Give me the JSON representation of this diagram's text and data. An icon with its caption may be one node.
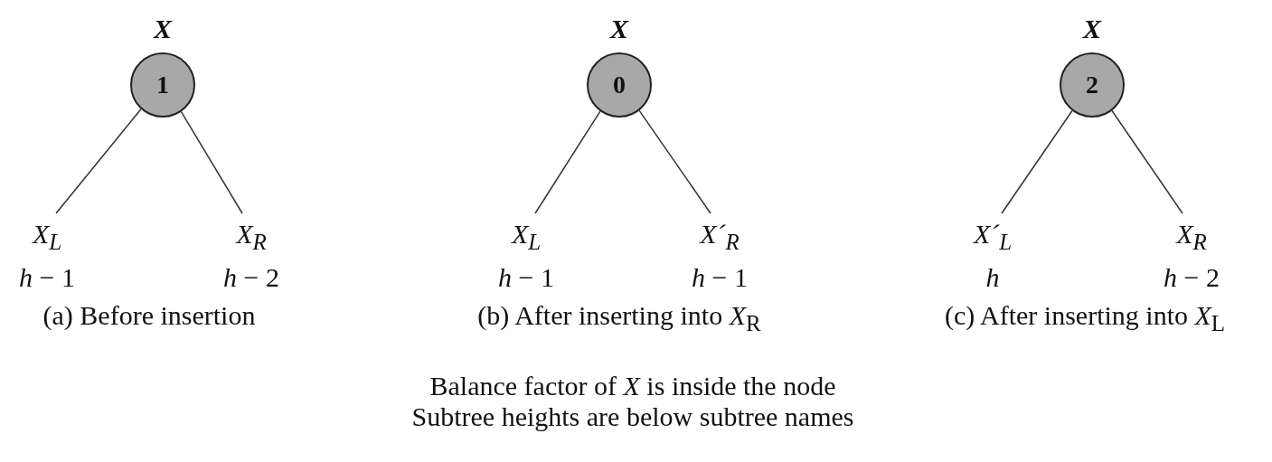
{
  "diagram": {
    "nodes": [
      {
        "text": [
          "X",
          "1"
        ]
      },
      {
        "text": [
          "X$_{L}$"
        ],
        "beside": [
          "*h* − 1"
        ]
      },
      {
        "text": [
          "X$_{R}$"
        ],
        "beside": [
          "*h* − 2"
        ]
      },
      {
        "text": [
          "X",
          "0"
        ]
      },
      {
        "text": [
          "X$_{L}$"
        ],
        "beside": [
          "*h* − 1"
        ]
      },
      {
        "text": [
          "X´$_{R}$"
        ],
        "beside": [
          "*h* − 1"
        ]
      },
      {
        "text": [
          "X",
          "2"
        ]
      },
      {
        "text": [
          "X´$_{L}$"
        ],
        "beside": [
          "*h*"
        ]
      },
      {
        "text": [
          "X$_{R}$"
        ],
        "beside": [
          "*h* − 2"
        ]
      }
    ],
    "edges": [
      {
        "from": 0,
        "to": 1,
        "arrow": "none"
      },
      {
        "from": 0,
        "to": 2,
        "arrow": "none"
      },
      {
        "from": 3,
        "to": 4,
        "arrow": "none"
      },
      {
        "from": 3,
        "to": 5,
        "arrow": "none"
      },
      {
        "from": 6,
        "to": 7,
        "arrow": "none"
      },
      {
        "from": 6,
        "to": 8,
        "arrow": "none"
      }
    ],
    "labels": [
      "(a) Before insertion",
      "(b) After inserting into *X*$_{R}$",
      "(c) After inserting into *X*$_{L}$",
      "Balance factor of *X* is inside the node",
      "Subtree heights are below subtree names"
    ]
  }
}
